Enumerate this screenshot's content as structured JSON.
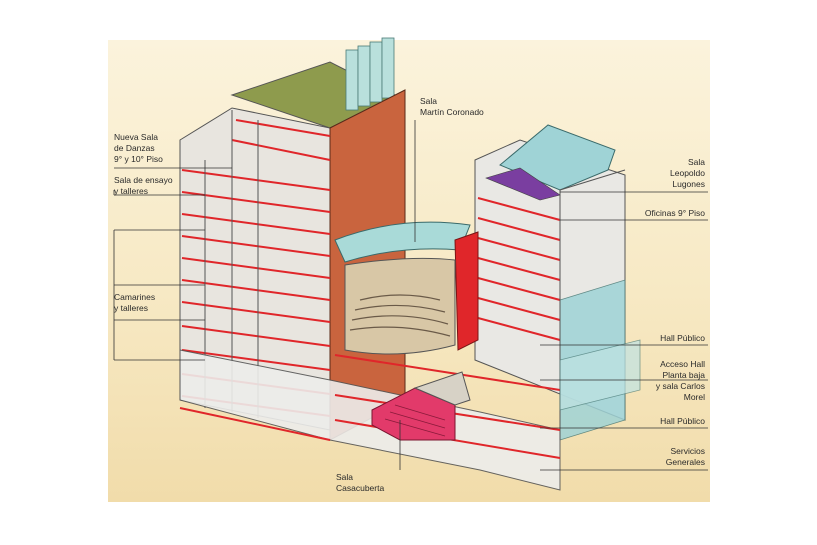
{
  "labels": {
    "nueva_sala_danzas": "Nueva Sala\nde Danzas\n9° y 10° Piso",
    "sala_ensayo": "Sala de ensayo\ny talleres",
    "camarines": "Camarines\ny talleres",
    "sala_martin_coronado": "Sala\nMartín Coronado",
    "sala_leopoldo_lugones": "Sala\nLeopoldo\nLugones",
    "oficinas": "Oficinas 9° Piso",
    "hall_publico_1": "Hall Público",
    "acceso_hall": "Acceso Hall\nPlanta baja\ny sala Carlos\nMorel",
    "hall_publico_2": "Hall Público",
    "servicios_generales": "Servicios\nGenerales",
    "sala_casacuberta": "Sala\nCasacuberta"
  },
  "colors": {
    "background": "#f7e9c4",
    "accent_red": "#e0262a",
    "brick": "#c9643e",
    "glass": "#9fd3d6",
    "roof_green": "#8e9b4d",
    "seats": "#e23a6a",
    "floor_gray": "#d9d6d0"
  }
}
